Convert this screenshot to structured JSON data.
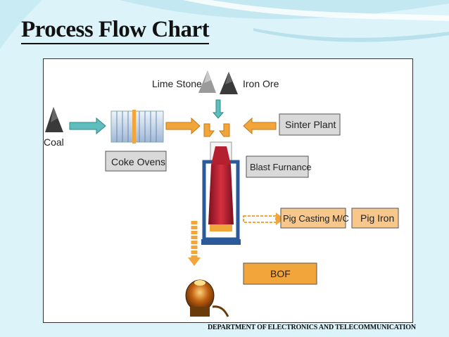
{
  "title": "Process Flow Chart",
  "footer": "DEPARTMENT OF ELECTRONICS AND TELECOMMUNICATION",
  "diagram": {
    "coal": "Coal",
    "lime_stone": "Lime Stone",
    "iron_ore": "Iron Ore",
    "coke_ovens": "Coke Ovens",
    "sinter_plant": "Sinter Plant",
    "blast_furnace": "Blast Furnance",
    "pig_casting": "Pig Casting M/C",
    "pig_iron": "Pig Iron",
    "bof": "BOF"
  },
  "colors": {
    "background": "#dcf3f9",
    "box_gray": "#d9d9d9",
    "box_orange": "#f7c78b",
    "arrow_orange": "#f2a53a",
    "arrow_teal": "#5fbdbd",
    "furnace_red": "#b52030",
    "furnace_blue": "#2a5a9a"
  }
}
